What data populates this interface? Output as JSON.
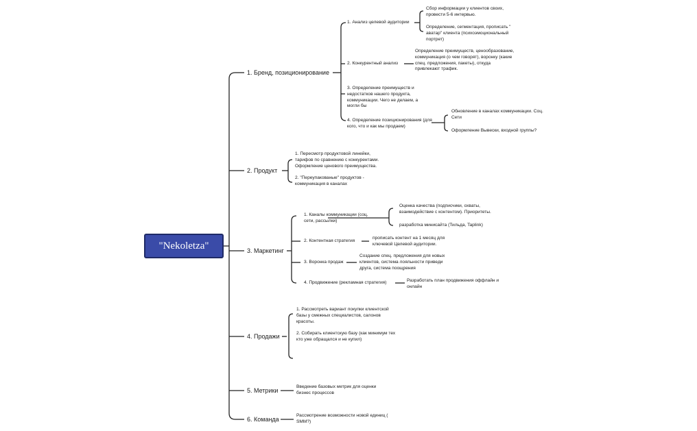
{
  "root": "\"Nekoletza\"",
  "branches": [
    {
      "label": "1. Бренд, позиционирование",
      "children": [
        {
          "label": "1. Анализ целевой аудитории",
          "notes": [
            "Сбор информации у клиентов своих, провести 5-6 интервью.",
            "Определение, сегментация, прописать \" аватар\" клиента (психоэмоциональный портрет)"
          ]
        },
        {
          "label": "2. Конкурентный анализ",
          "notes": [
            "Определение преимуществ, ценообразование, коммуникация (о чем говорят), воронку (какие спец. предложения, пакеты), откуда привлекают трафик."
          ]
        },
        {
          "label": "3. Определение преимуществ и недостатков нашего продукта, коммуникации. Чего не делаем, а могли бы",
          "notes": []
        },
        {
          "label": "4. Определение позиционирования (для кого, что и как мы продаем)",
          "notes": [
            "Обновление в каналах коммуникации. Соц. Сети",
            "Оформление Вывески, входной группы?"
          ]
        }
      ]
    },
    {
      "label": "2. Продукт",
      "children": [
        {
          "label": "1.  Пересмотр продуктовой линейки, тарифов по сравнению с конкурентами. Оформление ценового преимущества.",
          "notes": []
        },
        {
          "label": "2.  \"Переупакованые\" продуктов - коммуникация в каналах",
          "notes": []
        }
      ]
    },
    {
      "label": "3. Маркетинг",
      "children": [
        {
          "label": "1. Каналы коммуникации (соц. сети, рассылки)",
          "notes": [
            "Оценка качества (подписчики, охваты, взаимодействие с контентом). Приоритеты.",
            "разработка минисайта (Тильда, Taplink)"
          ]
        },
        {
          "label": "2. Контентная стратегия",
          "notes": [
            "прописать контент на 1 месяц для ключевой Целевой аудитории."
          ]
        },
        {
          "label": "3. Воронка продаж",
          "notes": [
            "Создание спец. предложения для новых клиентов, система лояльности приведи друга, система поощрения"
          ]
        },
        {
          "label": "4. Продвижение  (рекламная стратегия)",
          "notes": [
            "Разработать план продвижения оффлайн и онлайн"
          ]
        }
      ]
    },
    {
      "label": "4. Продажи",
      "children": [
        {
          "label": "1. Рассмотреть вариант покупки клиентской базы у смежных специалистов, салонов красоты.",
          "notes": []
        },
        {
          "label": "2. Собирать клиентскую базу (как минимум тех кто уже обращался и не купил)",
          "notes": []
        }
      ]
    },
    {
      "label": "5. Метрики",
      "children": [
        {
          "label": "Введение базовых метрик для оценки бизнес процессов",
          "notes": []
        }
      ]
    },
    {
      "label": "6. Команда",
      "children": [
        {
          "label": "Рассмотрение возможности новой единиц ( SMM?)",
          "notes": []
        }
      ]
    }
  ]
}
